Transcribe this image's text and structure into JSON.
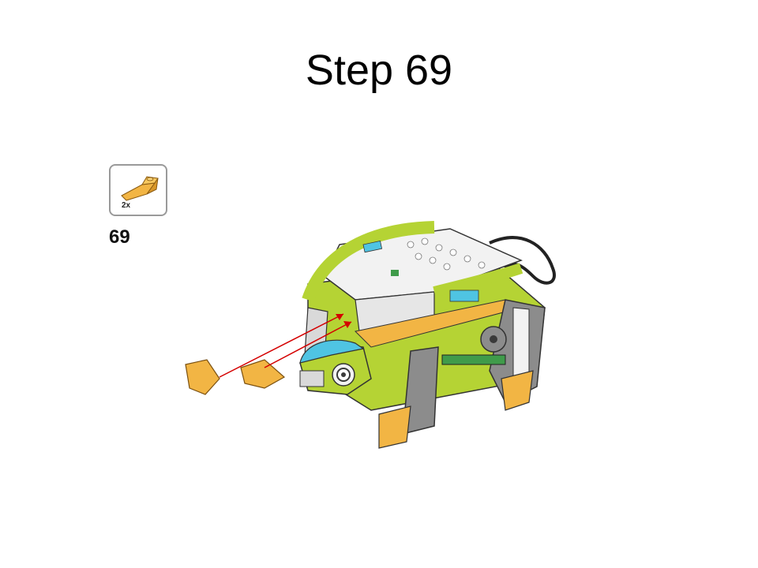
{
  "slide": {
    "title": "Step 69",
    "step_number": "69"
  },
  "parts_list": {
    "quantity": "2x",
    "part": "yellow-slope-brick-icon"
  },
  "colors": {
    "lime": "#b5d334",
    "yellow_orange": "#f2b544",
    "azure": "#4fc4e3",
    "white": "#f2f2f2",
    "gray": "#8c8c8c",
    "dark_gray": "#3a3a3a",
    "green": "#3f9b4a",
    "arrow": "#d40000"
  }
}
